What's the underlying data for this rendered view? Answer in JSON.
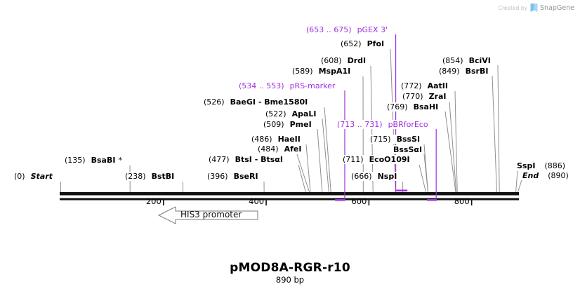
{
  "watermark": {
    "created_by": "Created by",
    "brand": "SnapGene"
  },
  "plasmid": {
    "name": "pMOD8A-RGR-r10",
    "length_label": "890 bp",
    "length_bp": 890
  },
  "ruler": {
    "tick_labels": [
      "200",
      "400",
      "600",
      "800"
    ],
    "tick_bp": [
      200,
      400,
      600,
      800
    ]
  },
  "terminals": [
    {
      "id": "start",
      "pos_label": "(0)",
      "name": "Start",
      "bp": 0
    },
    {
      "id": "end",
      "pos_label": "(890)",
      "name": "End",
      "bp": 890,
      "name_first": true
    }
  ],
  "enzyme_sites": [
    {
      "id": "BsaBI",
      "pos_label": "(135)",
      "name": "BsaBI",
      "suffix": "*",
      "bp": 135
    },
    {
      "id": "BstBI",
      "pos_label": "(238)",
      "name": "BstBI",
      "bp": 238
    },
    {
      "id": "BseRI",
      "pos_label": "(396)",
      "name": "BseRI",
      "bp": 396
    },
    {
      "id": "BtsI",
      "pos_label": "(477)",
      "name": "BtsI - BtsαI",
      "bp": 477
    },
    {
      "id": "AfeI",
      "pos_label": "(484)",
      "name": "AfeI",
      "bp": 484
    },
    {
      "id": "HaeII",
      "pos_label": "(486)",
      "name": "HaeII",
      "bp": 486
    },
    {
      "id": "PmeI",
      "pos_label": "(509)",
      "name": "PmeI",
      "bp": 509
    },
    {
      "id": "ApaLI",
      "pos_label": "(522)",
      "name": "ApaLI",
      "bp": 522
    },
    {
      "id": "BaeGI",
      "pos_label": "(526)",
      "name": "BaeGI - Bme1580I",
      "bp": 526
    },
    {
      "id": "MspA1I",
      "pos_label": "(589)",
      "name": "MspA1I",
      "bp": 589
    },
    {
      "id": "DrdI",
      "pos_label": "(608)",
      "name": "DrdI",
      "bp": 608
    },
    {
      "id": "PfoI",
      "pos_label": "(652)",
      "name": "PfoI",
      "bp": 652
    },
    {
      "id": "NspI",
      "pos_label": "(666)",
      "name": "NspI",
      "bp": 666
    },
    {
      "id": "EcoO109I",
      "pos_label": "(711)",
      "name": "EcoO109I",
      "bp": 711
    },
    {
      "id": "BssSI",
      "pos_label": "(715)",
      "name": "BssSI",
      "bp": 715
    },
    {
      "id": "BssSaI",
      "pos_label": "",
      "name": "BssSαI",
      "bp": 715
    },
    {
      "id": "BsaHI",
      "pos_label": "(769)",
      "name": "BsaHI",
      "bp": 769
    },
    {
      "id": "ZraI",
      "pos_label": "(770)",
      "name": "ZraI",
      "bp": 770
    },
    {
      "id": "AatII",
      "pos_label": "(772)",
      "name": "AatII",
      "bp": 772
    },
    {
      "id": "BsrBI",
      "pos_label": "(849)",
      "name": "BsrBI",
      "bp": 849
    },
    {
      "id": "BciVI",
      "pos_label": "(854)",
      "name": "BciVI",
      "bp": 854
    },
    {
      "id": "SspI",
      "pos_label": "(886)",
      "name": "SspI",
      "bp": 886,
      "name_first": true
    }
  ],
  "primers": [
    {
      "id": "pRS-marker",
      "range_label": "(534 .. 553)",
      "name": "pRS-marker",
      "bp_start": 534,
      "bp_end": 553,
      "strand": "bottom"
    },
    {
      "id": "pGEX-3",
      "range_label": "(653 .. 675)",
      "name": "pGEX 3'",
      "bp_start": 653,
      "bp_end": 675,
      "strand": "top"
    },
    {
      "id": "pBRforEco",
      "range_label": "(713 .. 731)",
      "name": "pBRforEco",
      "bp_start": 713,
      "bp_end": 731,
      "strand": "bottom"
    }
  ],
  "features": [
    {
      "id": "his3-promoter",
      "name": "HIS3 promoter",
      "direction": "left"
    }
  ],
  "colors": {
    "primer": "#a02fe0",
    "connector": "#8f8f8f",
    "ruler": "#111111",
    "feature_outline": "#7a7a7a"
  }
}
